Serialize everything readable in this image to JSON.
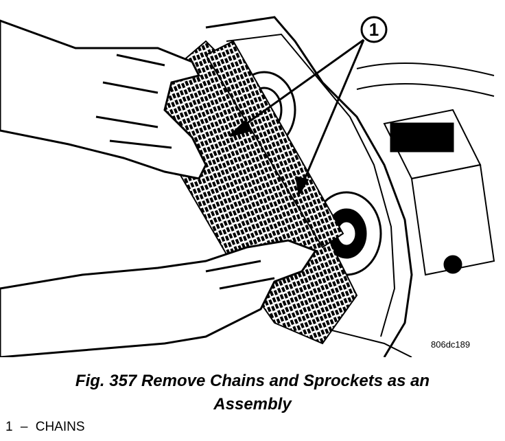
{
  "figure": {
    "callout_number": "1",
    "figure_id": "806dc189",
    "caption_line1": "Fig. 357 Remove Chains and Sprockets as an",
    "caption_line2": "Assembly"
  },
  "legend": {
    "items": [
      {
        "number": "1",
        "separator": "–",
        "label": "CHAINS"
      }
    ]
  }
}
